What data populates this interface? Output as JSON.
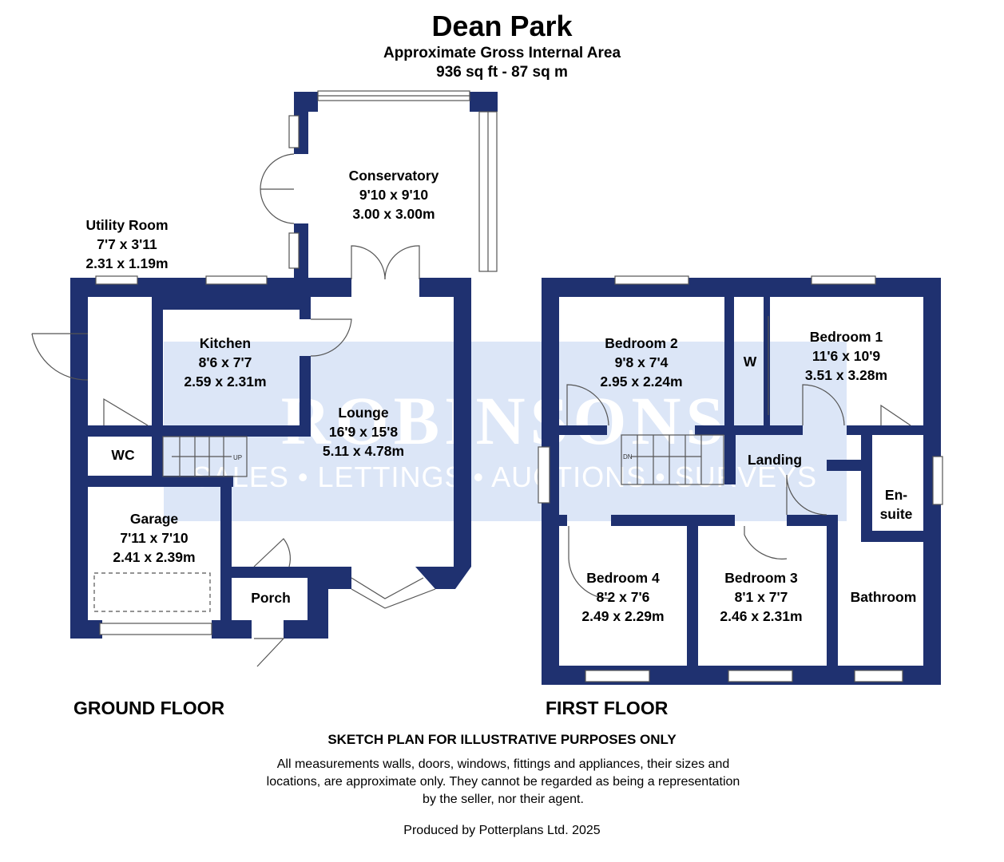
{
  "header": {
    "title": "Dean Park",
    "area_label": "Approximate Gross Internal Area",
    "area_value": "936 sq ft - 87 sq m"
  },
  "watermark": {
    "name": "ROBINSONS",
    "tagline": "SALES • LETTINGS • AUCTIONS • SURVEYS",
    "color": "#dce6f7"
  },
  "colors": {
    "wall": "#1f3170",
    "fixture": "#555555"
  },
  "floors": {
    "ground": {
      "label": "GROUND FLOOR",
      "rooms": [
        {
          "id": "conservatory",
          "name": "Conservatory",
          "imperial": "9'10 x 9'10",
          "metric": "3.00 x 3.00m"
        },
        {
          "id": "utility",
          "name": "Utility Room",
          "imperial": "7'7 x 3'11",
          "metric": "2.31 x 1.19m"
        },
        {
          "id": "kitchen",
          "name": "Kitchen",
          "imperial": "8'6 x 7'7",
          "metric": "2.59 x 2.31m"
        },
        {
          "id": "lounge",
          "name": "Lounge",
          "imperial": "16'9 x 15'8",
          "metric": "5.11 x 4.78m"
        },
        {
          "id": "wc",
          "name": "WC"
        },
        {
          "id": "garage",
          "name": "Garage",
          "imperial": "7'11 x 7'10",
          "metric": "2.41 x 2.39m"
        },
        {
          "id": "porch",
          "name": "Porch"
        }
      ],
      "stairs_label": "UP"
    },
    "first": {
      "label": "FIRST FLOOR",
      "rooms": [
        {
          "id": "bedroom2",
          "name": "Bedroom 2",
          "imperial": "9'8 x 7'4",
          "metric": "2.95 x 2.24m"
        },
        {
          "id": "wardrobe",
          "name": "W"
        },
        {
          "id": "bedroom1",
          "name": "Bedroom 1",
          "imperial": "11'6 x 10'9",
          "metric": "3.51 x 3.28m"
        },
        {
          "id": "landing",
          "name": "Landing"
        },
        {
          "id": "ensuite",
          "name": "En-\nsuite"
        },
        {
          "id": "bedroom4",
          "name": "Bedroom 4",
          "imperial": "8'2 x 7'6",
          "metric": "2.49 x 2.29m"
        },
        {
          "id": "bedroom3",
          "name": "Bedroom 3",
          "imperial": "8'1 x 7'7",
          "metric": "2.46 x 2.31m"
        },
        {
          "id": "bathroom",
          "name": "Bathroom"
        }
      ],
      "stairs_label": "DN"
    }
  },
  "footer": {
    "notice": "SKETCH PLAN FOR ILLUSTRATIVE PURPOSES ONLY",
    "disclaimer": "All measurements walls, doors, windows, fittings and appliances, their sizes and locations, are approximate only. They cannot be regarded as being a representation by the seller, nor their agent.",
    "credit": "Produced by Potterplans Ltd. 2025"
  }
}
